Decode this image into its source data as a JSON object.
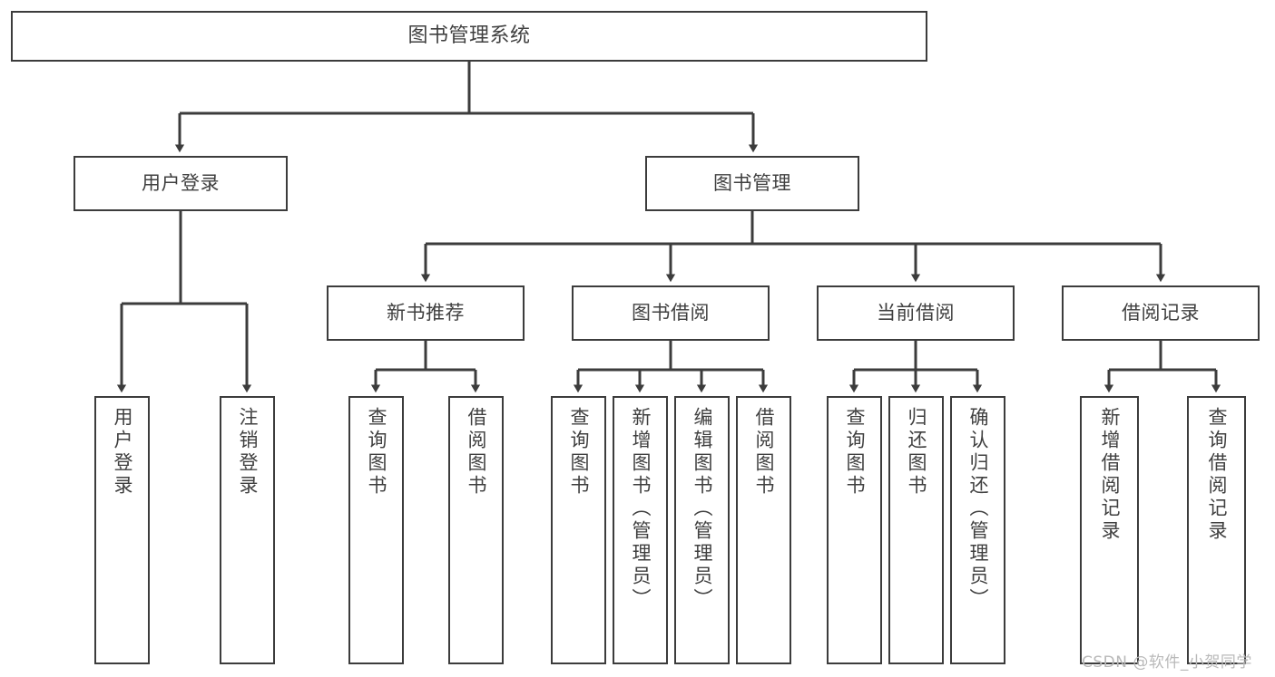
{
  "diagram": {
    "type": "tree",
    "title": "图书管理系统",
    "orientation": "top-down",
    "colors": {
      "background": "#ffffff",
      "node_border": "#3c3c3c",
      "node_fill": "#ffffff",
      "edge": "#3c3c3c",
      "text": "#404040",
      "watermark": "#b9b9b9"
    },
    "nodes": {
      "root": {
        "label": "图书管理系统",
        "level": 1,
        "orientation": "horizontal"
      },
      "l2": [
        {
          "id": "user_login",
          "label": "用户登录",
          "level": 2,
          "orientation": "horizontal"
        },
        {
          "id": "book_mgmt",
          "label": "图书管理",
          "level": 2,
          "orientation": "horizontal"
        }
      ],
      "l3": [
        {
          "id": "new_book_rec",
          "label": "新书推荐",
          "level": 3,
          "orientation": "horizontal",
          "parent": "book_mgmt"
        },
        {
          "id": "book_borrow",
          "label": "图书借阅",
          "level": 3,
          "orientation": "horizontal",
          "parent": "book_mgmt"
        },
        {
          "id": "current_borrow",
          "label": "当前借阅",
          "level": 3,
          "orientation": "horizontal",
          "parent": "book_mgmt"
        },
        {
          "id": "borrow_record",
          "label": "借阅记录",
          "level": 3,
          "orientation": "horizontal",
          "parent": "book_mgmt"
        }
      ],
      "leaves": [
        {
          "id": "leaf_1",
          "label": "用户登录",
          "parent": "user_login",
          "orientation": "vertical"
        },
        {
          "id": "leaf_2",
          "label": "注销登录",
          "parent": "user_login",
          "orientation": "vertical"
        },
        {
          "id": "leaf_3",
          "label": "查询图书",
          "parent": "new_book_rec",
          "orientation": "vertical"
        },
        {
          "id": "leaf_4",
          "label": "借阅图书",
          "parent": "new_book_rec",
          "orientation": "vertical"
        },
        {
          "id": "leaf_5",
          "label": "查询图书",
          "parent": "book_borrow",
          "orientation": "vertical"
        },
        {
          "id": "leaf_6",
          "label": "新增图书（管理员）",
          "parent": "book_borrow",
          "orientation": "vertical"
        },
        {
          "id": "leaf_7",
          "label": "编辑图书（管理员）",
          "parent": "book_borrow",
          "orientation": "vertical"
        },
        {
          "id": "leaf_8",
          "label": "借阅图书",
          "parent": "book_borrow",
          "orientation": "vertical"
        },
        {
          "id": "leaf_9",
          "label": "查询图书",
          "parent": "current_borrow",
          "orientation": "vertical"
        },
        {
          "id": "leaf_10",
          "label": "归还图书",
          "parent": "current_borrow",
          "orientation": "vertical"
        },
        {
          "id": "leaf_11",
          "label": "确认归还（管理员）",
          "parent": "current_borrow",
          "orientation": "vertical"
        },
        {
          "id": "leaf_12",
          "label": "新增借阅记录",
          "parent": "borrow_record",
          "orientation": "vertical"
        },
        {
          "id": "leaf_13",
          "label": "查询借阅记录",
          "parent": "borrow_record",
          "orientation": "vertical"
        }
      ]
    }
  },
  "watermark": {
    "text": "CSDN @软件_小贺同学"
  }
}
